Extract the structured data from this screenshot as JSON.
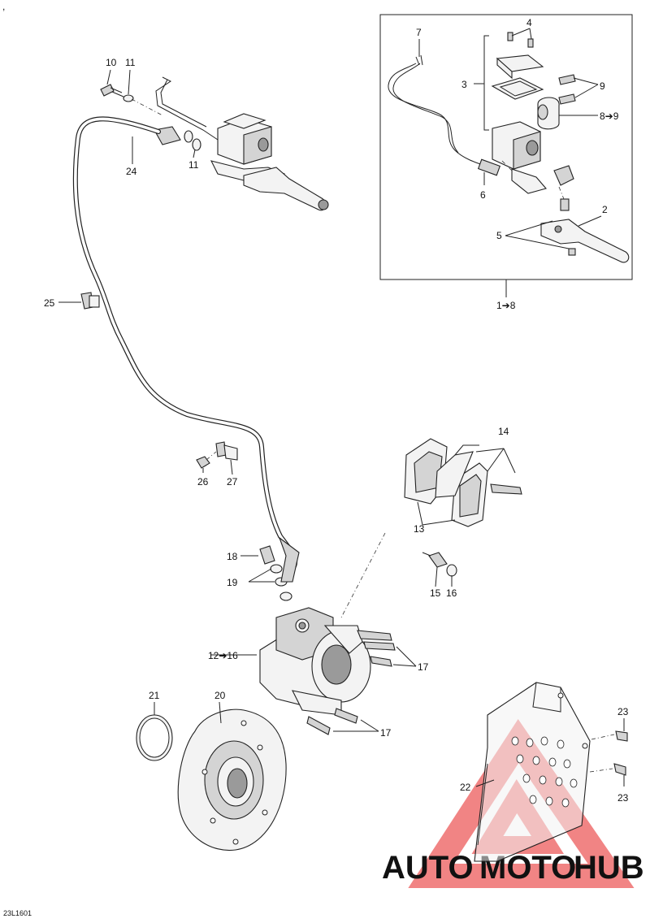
{
  "diagram": {
    "code": "23L1601",
    "corner_mark": ","
  },
  "callouts": [
    {
      "id": "c7",
      "text": "7"
    },
    {
      "id": "c4",
      "text": "4"
    },
    {
      "id": "c3",
      "text": "3"
    },
    {
      "id": "c9",
      "text": "9"
    },
    {
      "id": "c8to9",
      "text": "8➔9"
    },
    {
      "id": "c6",
      "text": "6"
    },
    {
      "id": "c2",
      "text": "2"
    },
    {
      "id": "c5",
      "text": "5"
    },
    {
      "id": "c1to8",
      "text": "1➔8"
    },
    {
      "id": "c10",
      "text": "10"
    },
    {
      "id": "c11a",
      "text": "11"
    },
    {
      "id": "c11b",
      "text": "11"
    },
    {
      "id": "c24",
      "text": "24"
    },
    {
      "id": "c25",
      "text": "25"
    },
    {
      "id": "c14",
      "text": "14"
    },
    {
      "id": "c13",
      "text": "13"
    },
    {
      "id": "c26",
      "text": "26"
    },
    {
      "id": "c27",
      "text": "27"
    },
    {
      "id": "c18",
      "text": "18"
    },
    {
      "id": "c19",
      "text": "19"
    },
    {
      "id": "c15",
      "text": "15"
    },
    {
      "id": "c16",
      "text": "16"
    },
    {
      "id": "c12to16",
      "text": "12➔16"
    },
    {
      "id": "c17a",
      "text": "17"
    },
    {
      "id": "c17b",
      "text": "17"
    },
    {
      "id": "c21",
      "text": "21"
    },
    {
      "id": "c20",
      "text": "20"
    },
    {
      "id": "c23a",
      "text": "23"
    },
    {
      "id": "c23b",
      "text": "23"
    },
    {
      "id": "c22",
      "text": "22"
    }
  ],
  "watermark": {
    "part1": "AUTO",
    "part2": "MOTO",
    "part3": "HUB",
    "color1": "#f2b84b",
    "color2": "#ee6e6e",
    "color3": "#8c8c8c"
  }
}
